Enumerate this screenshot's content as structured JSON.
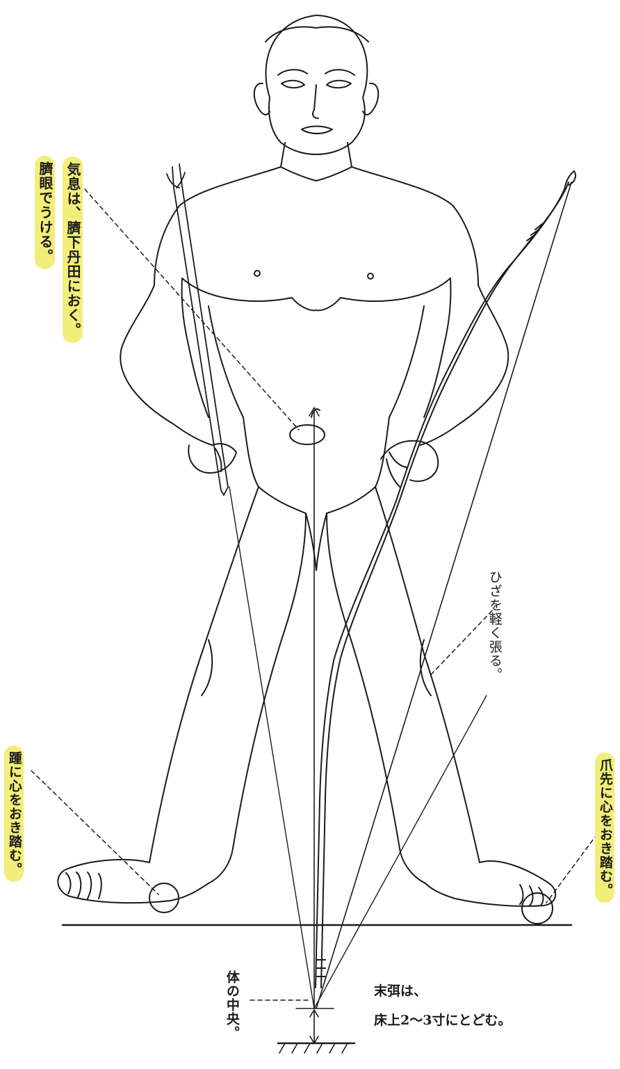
{
  "colors": {
    "highlight": "#f2ee7a",
    "ink": "#1a1a1a",
    "background": "#ffffff"
  },
  "labels": {
    "breath_line1": "気息は、臍下丹田におく。",
    "breath_line2": "臍眼でうける。",
    "knee": "ひざを軽く張る。",
    "heel": "踵に心をおき踏む。",
    "toe": "爪先に心をおき踏む。",
    "body_center": "体の中央。",
    "bow_tip_line1": "末弭は、",
    "bow_tip_line2": "床上2〜3寸にとどむ。"
  }
}
